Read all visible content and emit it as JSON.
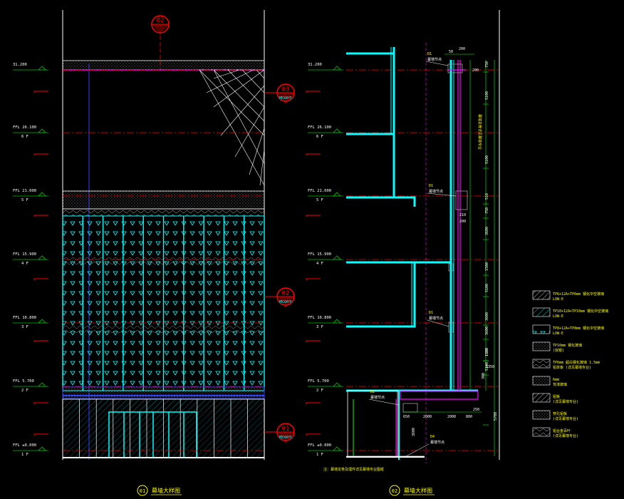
{
  "colors": {
    "background": "#000000",
    "white": "#ffffff",
    "cyan": "#00ffff",
    "red": "#ff0000",
    "yellow": "#ffff00",
    "green": "#00c000",
    "magenta": "#ff00ff",
    "blue": "#3040ff",
    "gray": "#a0a0a0"
  },
  "elevation": {
    "callouts": {
      "top": "02",
      "right_upper_num": "03",
      "right_upper_sub": "MEXWYE",
      "right_mid_num": "02",
      "right_mid_sub": "MEXWYE",
      "right_low_num": "01",
      "right_low_sub": "MEXWYE"
    },
    "levels": [
      {
        "value": "31.200",
        "label": ""
      },
      {
        "value": "FFL 26.100",
        "label": "6 F"
      },
      {
        "value": "FFL 21.000",
        "label": "5 F"
      },
      {
        "value": "FFL 15.900",
        "label": "4 F"
      },
      {
        "value": "FFL 10.800",
        "label": "3 F"
      },
      {
        "value": "FFL 5.700",
        "label": "2 F"
      },
      {
        "value": "FFL ±0.000",
        "label": "1 F"
      }
    ],
    "title_num": "01",
    "title": "幕墙大样图"
  },
  "section": {
    "levels": [
      {
        "value": "31.200",
        "label": ""
      },
      {
        "value": "FFL 26.100",
        "label": "6 F"
      },
      {
        "value": "FFL 21.000",
        "label": "5 F"
      },
      {
        "value": "FFL 15.900",
        "label": "4 F"
      },
      {
        "value": "FFL 10.800",
        "label": "3 F"
      },
      {
        "value": "FFL 5.700",
        "label": "2 F"
      },
      {
        "value": "FFL ±0.000",
        "label": "1 F"
      }
    ],
    "notes": {
      "d1_a": "D1",
      "d1_a_text": "幕墙节点",
      "d1_b": "D1",
      "d1_b_text": "幕墙节点",
      "d1_c": "D1",
      "d1_c_text": "幕墙节点",
      "d2": "D2",
      "d2_text": "幕墙节点",
      "d4": "D4",
      "d4_text": "幕墙节点",
      "vertical_note": "幕墙龙骨详见幕墙专业",
      "bottom_note": "注：幕墙龙骨及埋件详见幕墙专业图纸"
    },
    "top_dims": [
      "50",
      "200"
    ],
    "right_dims": [
      "750",
      "5100",
      "5100",
      "510",
      "750",
      "3600",
      "1500",
      "5100",
      "3600",
      "1500",
      "5100",
      "3600",
      "1350",
      "5700"
    ],
    "left_dims": [
      "200",
      "210",
      "1500",
      "5100",
      "200"
    ],
    "bottom_dims": [
      "650",
      "2000",
      "2000",
      "800",
      "250"
    ],
    "extra_dims": [
      "3600",
      "300",
      "1350"
    ],
    "title_num": "02",
    "title": "幕墙大样图"
  },
  "legend": [
    "TP6+12A+TP6mm 钢化中空玻璃 LOW-E",
    "TP10+12A+TP10mm 钢化中空玻璃 LOW-E",
    "TP8+12A+TP8mm 钢化中空玻璃 LOW-E",
    "TP10mm 钢化玻璃 (双银)",
    "TP6mm 超白钢化玻璃 1.5mm 铝单板 (详见幕墙专业)",
    "6mm 背漆玻璃",
    "铝板 (详见幕墙专业)",
    "穿孔铝板 (详见幕墙专业)",
    "铝合金百叶 (详见幕墙专业)"
  ]
}
